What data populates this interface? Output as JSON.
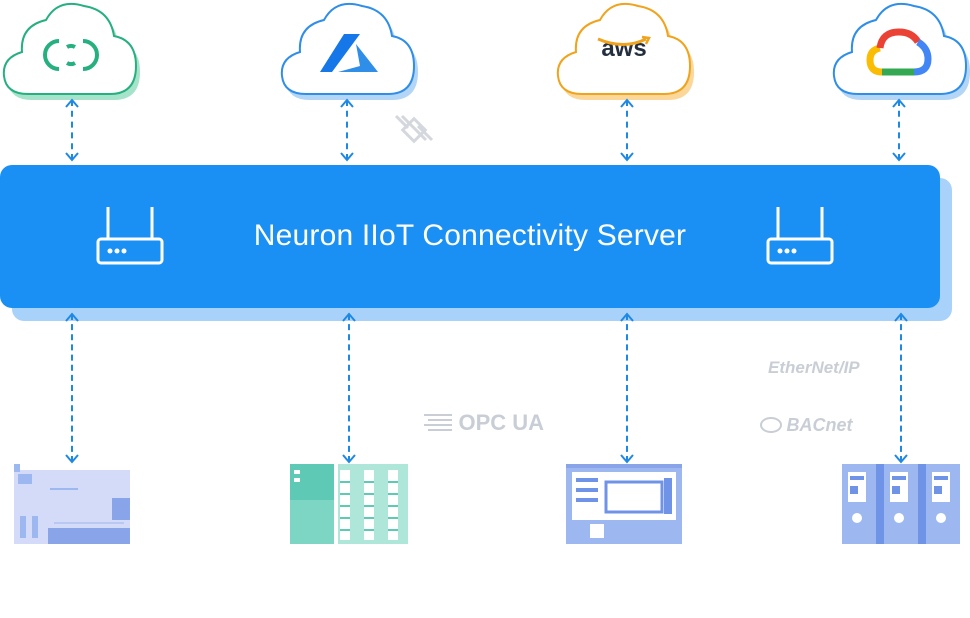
{
  "server": {
    "title": "Neuron IIoT Connectivity Server"
  },
  "clouds": [
    {
      "name": "EMQX Cloud",
      "accent": "#26b07f",
      "shadow": "#a6e3cb"
    },
    {
      "name": "Microsoft Azure",
      "accent": "#2f8ee8",
      "shadow": "#b3d5f6"
    },
    {
      "name": "aws",
      "accent": "#f0a31d",
      "shadow": "#fbd79a"
    },
    {
      "name": "Google Cloud",
      "accent": "#2f8ee8",
      "shadow": "#b3d5f6"
    }
  ],
  "aws_logo_text": "aws",
  "protocols": {
    "ethernet_ip": "EtherNet/IP",
    "opc_ua": "OPC UA",
    "bacnet": "BACnet"
  },
  "colors": {
    "server": "#1a90f5",
    "server_shadow": "#a9d2fb",
    "connector": "#1e88e5",
    "device_primary": "#9db8f0",
    "device_teal": "#5ec9b5"
  },
  "icons": [
    "router-icon",
    "emqx-logo-icon",
    "azure-logo-icon",
    "aws-logo-icon",
    "google-cloud-logo-icon"
  ]
}
